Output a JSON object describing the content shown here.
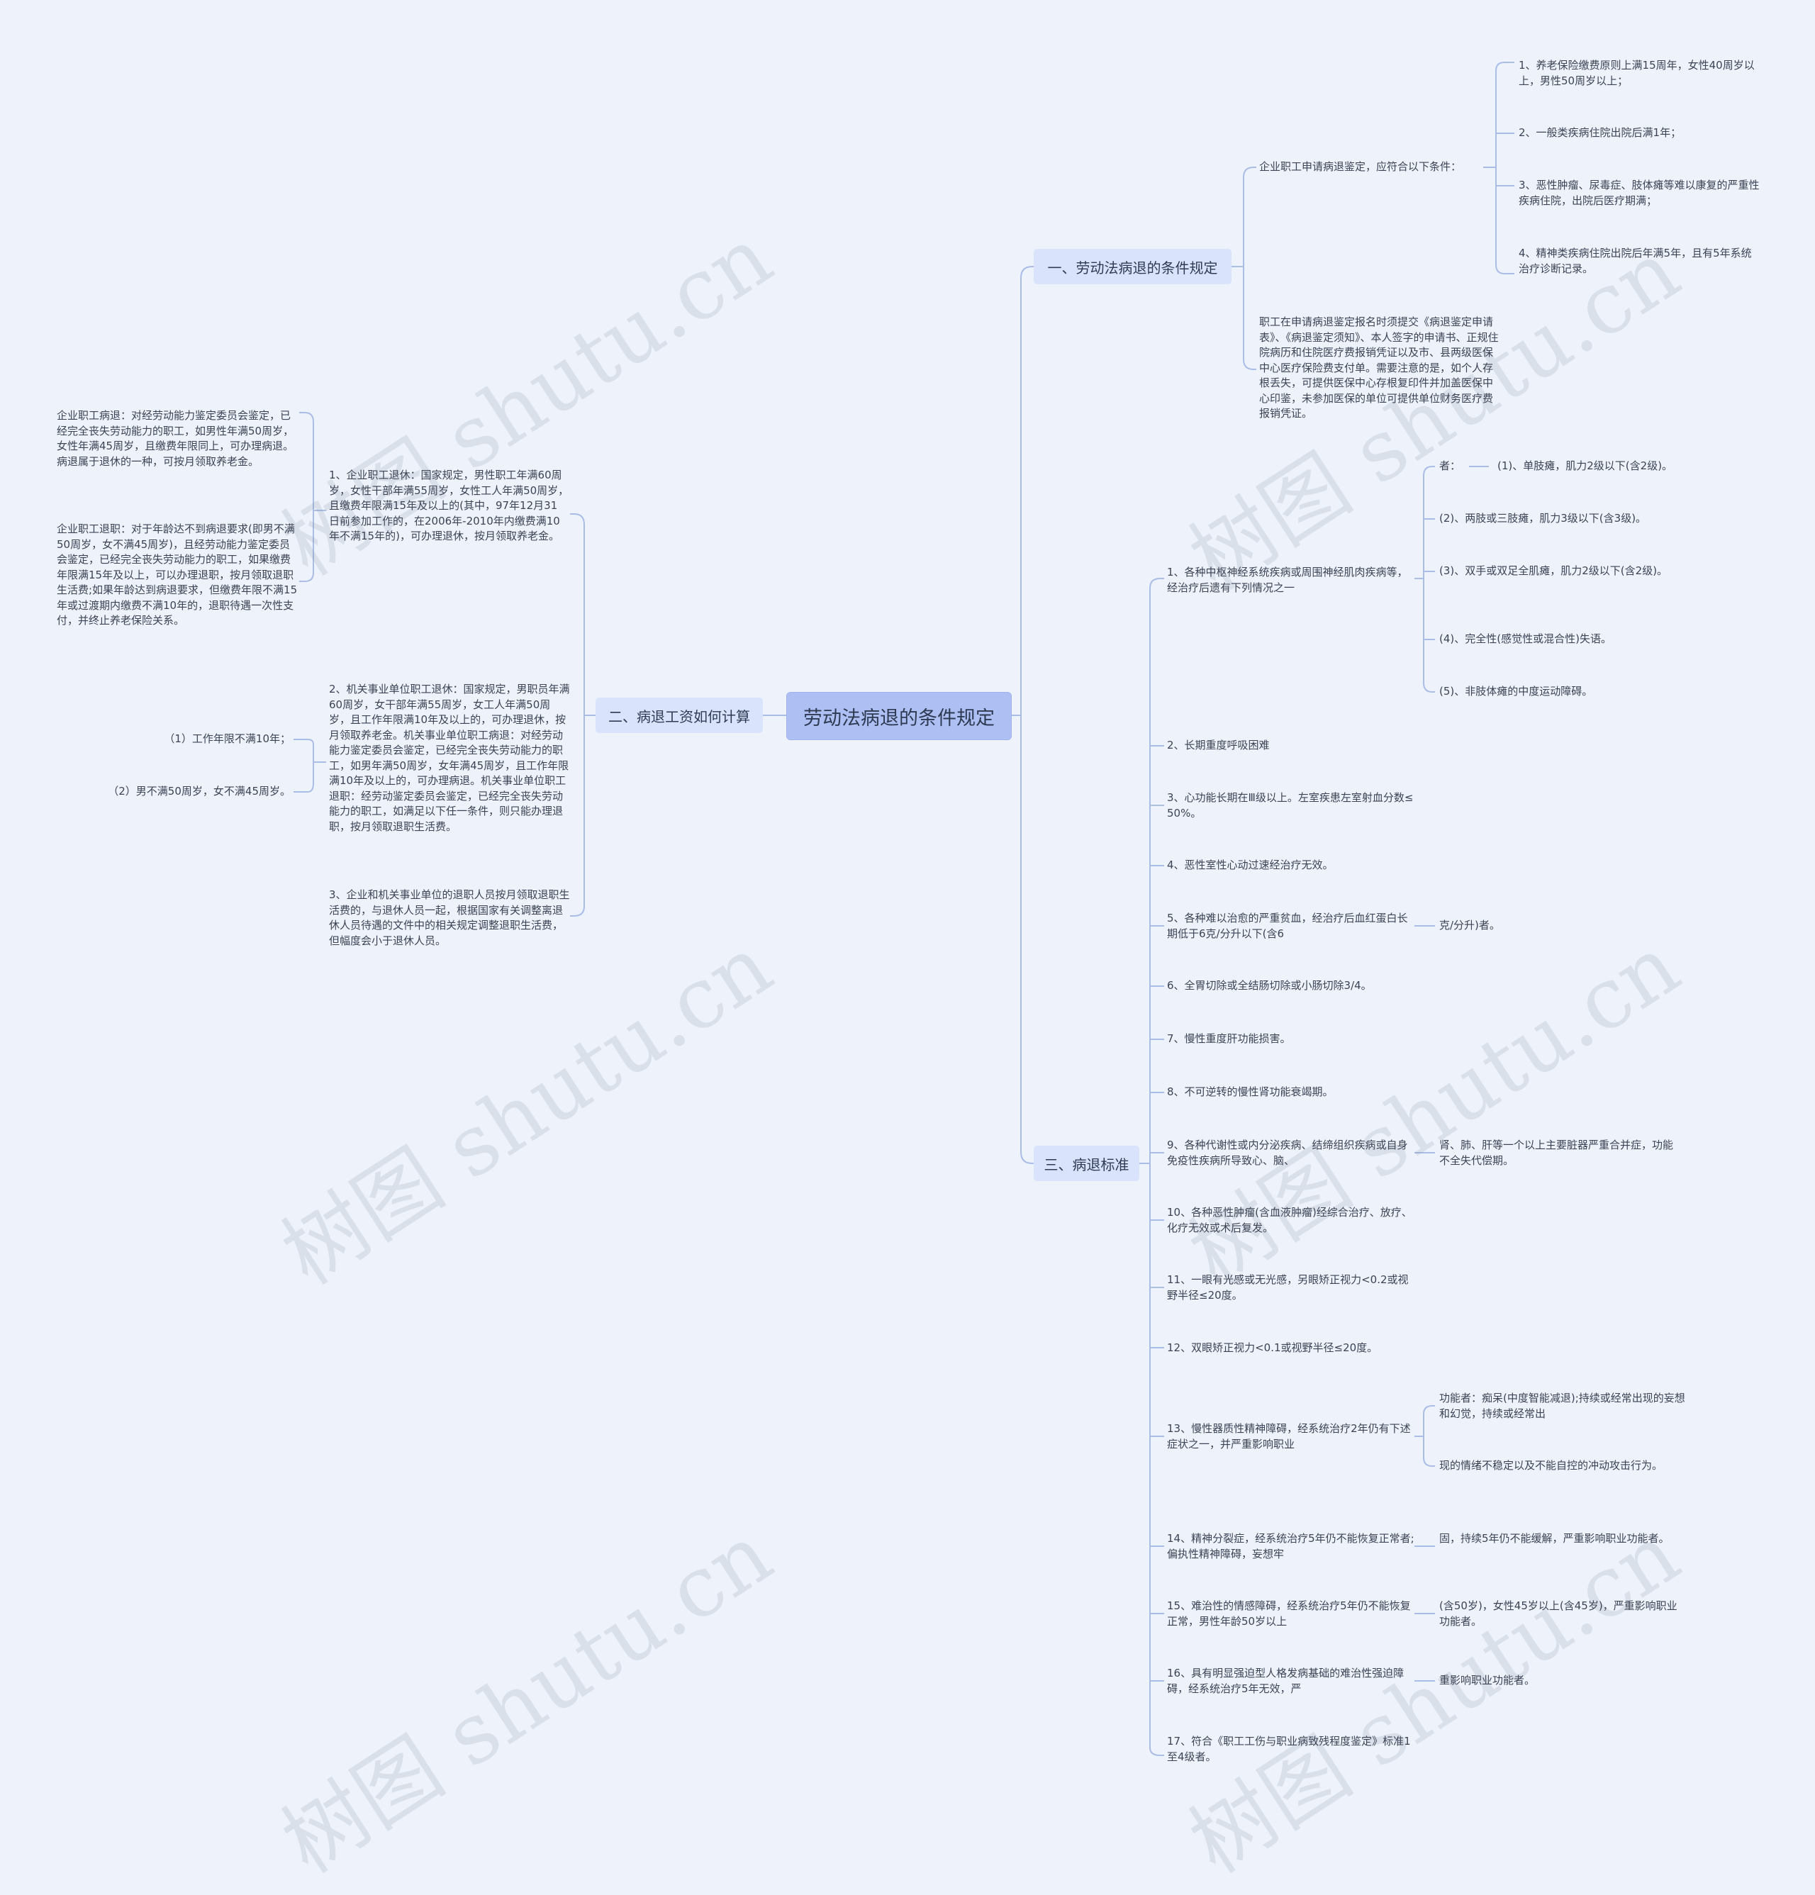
{
  "root": "劳动法病退的条件规定",
  "watermark": "树图 shutu.cn",
  "colors": {
    "background": "#eef2fb",
    "root_fill": "#aebff3",
    "branch_fill": "#d9e3fb",
    "line": "#a9bde6"
  },
  "branches": {
    "b1": {
      "label": "一、劳动法病退的条件规定"
    },
    "b2": {
      "label": "二、病退工资如何计算"
    },
    "b3": {
      "label": "三、病退标准"
    }
  },
  "b1": {
    "c1": "企业职工申请病退鉴定，应符合以下条件：",
    "c1_items": [
      "1、养老保险缴费原则上满15周年，女性40周岁以上，男性50周岁以上；",
      "2、一般类疾病住院出院后满1年；",
      "3、恶性肿瘤、尿毒症、肢体瘫等难以康复的严重性疾病住院，出院后医疗期满；",
      "4、精神类疾病住院出院后年满5年，且有5年系统治疗诊断记录。"
    ],
    "c2": "职工在申请病退鉴定报名时须提交《病退鉴定申请表》、《病退鉴定须知》、本人签字的申请书、正规住院病历和住院医疗费报销凭证以及市、县两级医保中心医疗保险费支付单。需要注意的是，如个人存根丢失，可提供医保中心存根复印件并加盖医保中心印鉴，未参加医保的单位可提供单位财务医疗费报销凭证。"
  },
  "b2": {
    "c1": "1、企业职工退休：国家规定，男性职工年满60周岁，女性干部年满55周岁，女性工人年满50周岁，且缴费年限满15年及以上的(其中，97年12月31 日前参加工作的，在2006年-2010年内缴费满10年不满15年的)，可办理退休，按月领取养老金。",
    "c1_items": [
      "企业职工病退：对经劳动能力鉴定委员会鉴定，已经完全丧失劳动能力的职工，如男性年满50周岁，女性年满45周岁，且缴费年限同上，可办理病退。病退属于退休的一种，可按月领取养老金。",
      "企业职工退职：对于年龄达不到病退要求(即男不满50周岁，女不满45周岁)，且经劳动能力鉴定委员会鉴定，已经完全丧失劳动能力的职工，如果缴费年限满15年及以上，可以办理退职，按月领取退职生活费;如果年龄达到病退要求，但缴费年限不满15年或过渡期内缴费不满10年的，退职待遇一次性支付，并终止养老保险关系。"
    ],
    "c2": "2、机关事业单位职工退休：国家规定，男职员年满60周岁，女干部年满55周岁，女工人年满50周岁，且工作年限满10年及以上的，可办理退休，按月领取养老金。机关事业单位职工病退：对经劳动能力鉴定委员会鉴定，已经完全丧失劳动能力的职工，如男年满50周岁，女年满45周岁，且工作年限满10年及以上的，可办理病退。机关事业单位职工退职：经劳动鉴定委员会鉴定，已经完全丧失劳动能力的职工，如满足以下任一条件，则只能办理退职，按月领取退职生活费。",
    "c2_items": [
      "（1）工作年限不满10年；",
      "（2）男不满50周岁，女不满45周岁。"
    ],
    "c3": "3、企业和机关事业单位的退职人员按月领取退职生活费的，与退休人员一起，根据国家有关调整离退休人员待遇的文件中的相关规定调整退职生活费，但幅度会小于退休人员。"
  },
  "b3": {
    "items": [
      "1、各种中枢神经系统疾病或周围神经肌肉疾病等，经治疗后遗有下列情况之一",
      "2、长期重度呼吸困难",
      "3、心功能长期在Ⅲ级以上。左室疾患左室射血分数≤50%。",
      "4、恶性室性心动过速经治疗无效。",
      "5、各种难以治愈的严重贫血，经治疗后血红蛋白长期低于6克/分升以下(含6",
      "6、全胃切除或全结肠切除或小肠切除3/4。",
      "7、慢性重度肝功能损害。",
      "8、不可逆转的慢性肾功能衰竭期。",
      "9、各种代谢性或内分泌疾病、结缔组织疾病或自身免疫性疾病所导致心、脑、",
      "10、各种恶性肿瘤(含血液肿瘤)经综合治疗、放疗、化疗无效或术后复发。",
      "11、一眼有光感或无光感，另眼矫正视力<0.2或视野半径≤20度。",
      "12、双眼矫正视力<0.1或视野半径≤20度。",
      "13、慢性器质性精神障碍，经系统治疗2年仍有下述症状之一，并严重影响职业",
      "14、精神分裂症，经系统治疗5年仍不能恢复正常者;偏执性精神障碍，妄想牢",
      "15、难治性的情感障碍，经系统治疗5年仍不能恢复正常，男性年龄50岁以上",
      "16、具有明显强迫型人格发病基础的难治性强迫障碍，经系统治疗5年无效，严",
      "17、符合《职工工伤与职业病致残程度鉴定》标准1至4级者。"
    ],
    "item1_subs": [
      "者：",
      "(2)、两肢或三肢瘫，肌力3级以下(含3级)。",
      "(3)、双手或双足全肌瘫，肌力2级以下(含2级)。",
      "(4)、完全性(感觉性或混合性)失语。",
      "(5)、非肢体瘫的中度运动障碍。"
    ],
    "item1_sub1_child": "(1)、单肢瘫，肌力2级以下(含2级)。",
    "item5_sub": "克/分升)者。",
    "item9_sub": "肾、肺、肝等一个以上主要脏器严重合并症，功能不全失代偿期。",
    "item13_subs": [
      "功能者：痴呆(中度智能减退);持续或经常出现的妄想和幻觉，持续或经常出",
      "现的情绪不稳定以及不能自控的冲动攻击行为。"
    ],
    "item14_sub": "固，持续5年仍不能缓解，严重影响职业功能者。",
    "item15_sub": "(含50岁)，女性45岁以上(含45岁)，严重影响职业功能者。",
    "item16_sub": "重影响职业功能者。"
  }
}
